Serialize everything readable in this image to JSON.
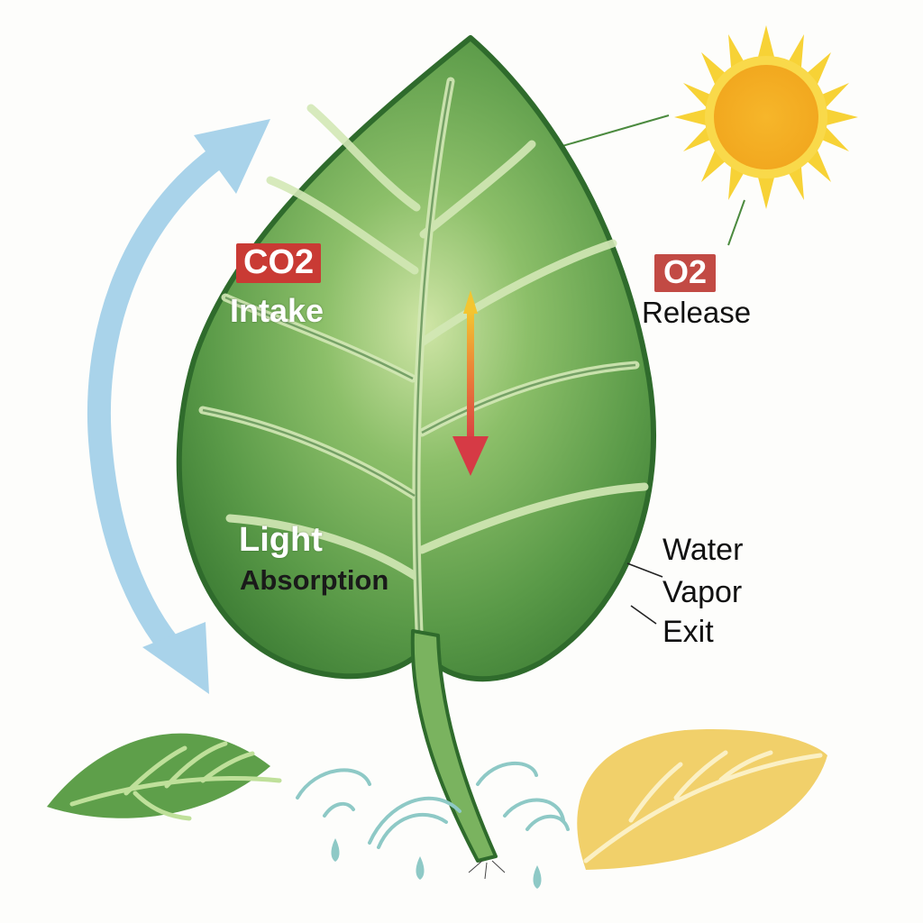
{
  "labels": {
    "co2_tag": "CO2",
    "co2_sub": "Intake",
    "o2_tag": "O2",
    "o2_sub": "Release",
    "light_line1": "Light",
    "light_line2": "Absorption",
    "water_line1": "Water",
    "water_line2": "Vapor",
    "water_line3": "Exit"
  },
  "colors": {
    "leaf_main": "#5a9a48",
    "leaf_dark": "#2f6b2c",
    "vein": "#cfe6b4",
    "tag_red": "#c93a34",
    "tag_red_light": "#c24a44",
    "cycle_arrow": "#a9d3ea",
    "sun_core": "#f5b324",
    "sun_rays": "#f7d236",
    "yellow_leaf": "#f1d06a",
    "water": "#8ec9c6"
  },
  "icons": {
    "sun": "sun-icon",
    "cycle_arrow": "cycle-arrow-icon",
    "flow_arrow": "down-arrow-icon",
    "small_green_leaf": "green-leaf-icon",
    "small_yellow_leaf": "yellow-leaf-icon",
    "water_drops": "water-drops-icon"
  }
}
